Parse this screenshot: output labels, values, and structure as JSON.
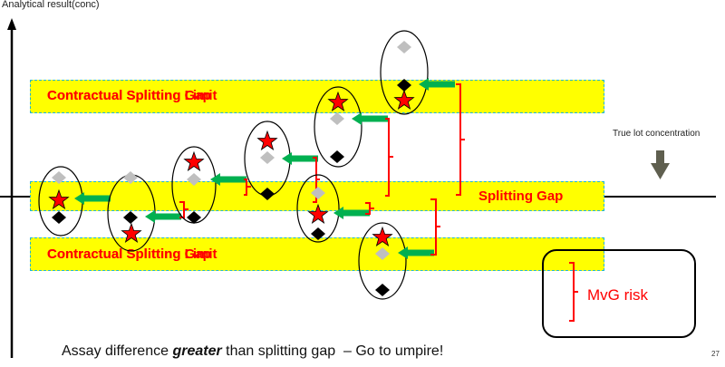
{
  "axes": {
    "y_label": "Analytical result(conc)",
    "x_marker_label": "True lot concentration"
  },
  "bands": {
    "upper_limit": {
      "label_a": "Contractual Splitting Gap",
      "label_b": "Contractual Splitting Limit"
    },
    "splitting_gap": {
      "label": "Splitting Gap"
    },
    "lower_limit": {
      "label_a": "Contractual Splitting Gap",
      "label_b": "Contractual Splitting Limit"
    }
  },
  "colors": {
    "band_fill": "#ffff00",
    "band_border": "#1fb4d8",
    "label_red": "#ff0000",
    "arrow_green": "#00b050",
    "star_red": "#ff0000",
    "diamond_grey": "#bfbfbf",
    "diamond_black": "#000000",
    "true_lot_arrow": "#5f5f4f"
  },
  "legend": {
    "bracket_meaning": "MvG risk"
  },
  "footer": {
    "prefix": "Assay difference ",
    "emphasis": "greater",
    "suffix": " than splitting gap  – Go to umpire!"
  },
  "page_number": "27",
  "scenarios": [
    {
      "id": 1,
      "order_top_to_bottom": [
        "grey-diamond",
        "red-star",
        "black-diamond"
      ]
    },
    {
      "id": 2,
      "order_top_to_bottom": [
        "grey-diamond",
        "black-diamond",
        "red-star"
      ]
    },
    {
      "id": 3,
      "order_top_to_bottom": [
        "red-star",
        "grey-diamond",
        "black-diamond"
      ]
    },
    {
      "id": 4,
      "order_top_to_bottom": [
        "red-star",
        "grey-diamond",
        "black-diamond"
      ]
    },
    {
      "id": 5,
      "order_top_to_bottom": [
        "grey-diamond",
        "red-star",
        "black-diamond"
      ]
    },
    {
      "id": 6,
      "order_top_to_bottom": [
        "red-star",
        "grey-diamond",
        "black-diamond"
      ]
    },
    {
      "id": 7,
      "order_top_to_bottom": [
        "red-star",
        "grey-diamond",
        "black-diamond"
      ]
    },
    {
      "id": 8,
      "order_top_to_bottom": [
        "grey-diamond",
        "black-diamond",
        "red-star"
      ]
    }
  ]
}
